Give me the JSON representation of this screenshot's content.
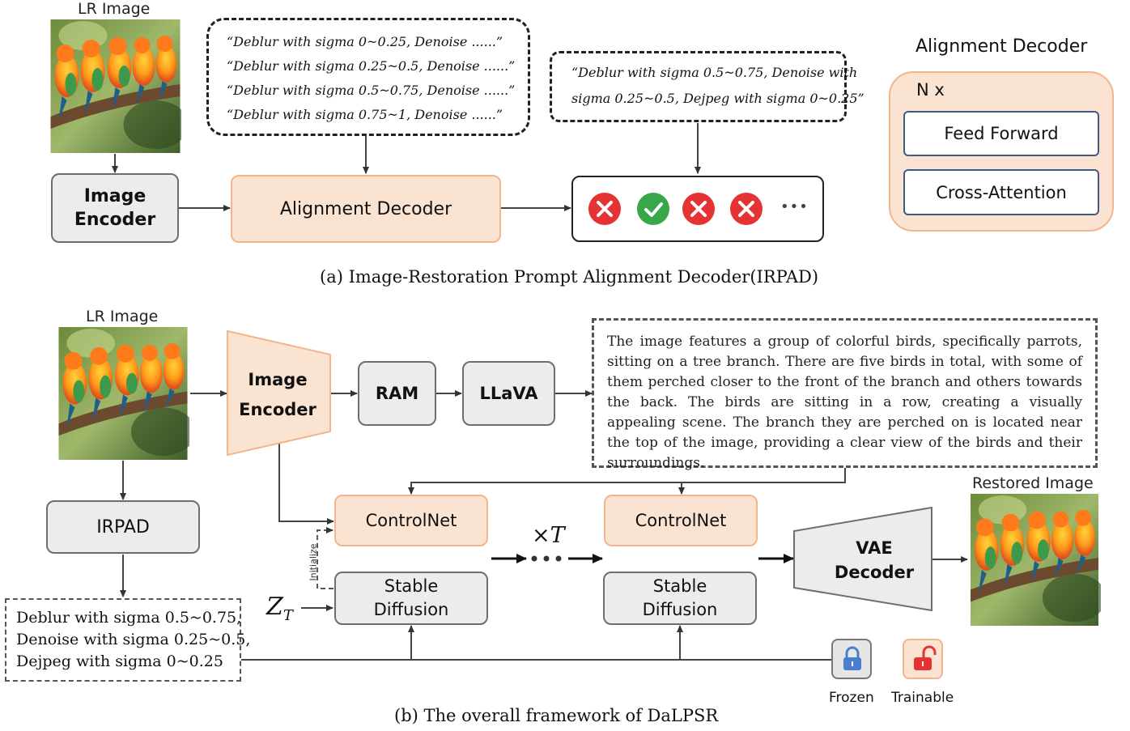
{
  "top": {
    "lr_image_label": "LR Image",
    "image_encoder": "Image\nEncoder",
    "alignment_decoder": "Alignment Decoder",
    "prompt_list": [
      "“Deblur with sigma 0~0.25, Denoise ......”",
      "“Deblur with sigma 0.25~0.5, Denoise ......”",
      "“Deblur with sigma 0.5~0.75, Denoise ......”",
      "“Deblur with sigma 0.75~1, Denoise ......”"
    ],
    "target_prompt": [
      "“Deblur with sigma 0.5~0.75, Denoise with",
      "sigma 0.25~0.5, Dejpeg with sigma 0~0.25”"
    ],
    "results": [
      "cross",
      "check",
      "cross",
      "cross"
    ],
    "results_more": "•••",
    "decoder_detail": {
      "title": "Alignment Decoder",
      "repeat": "N x",
      "layers": [
        "Feed Forward",
        "Cross-Attention"
      ]
    },
    "caption": "(a) Image-Restoration Prompt Alignment Decoder(IRPAD)"
  },
  "bottom": {
    "lr_image_label": "LR Image",
    "image_encoder": "Image\nEncoder",
    "ram": "RAM",
    "llava": "LLaVA",
    "description": "The image features a group of colorful birds, specifically parrots, sitting on a tree branch. There are five birds in total, with some of them perched closer to the front of the branch and others towards the back. The birds are sitting in a row, creating a visually appealing scene. The branch they are perched on is located near the top of the image, providing a clear view of the birds and their surroundings.",
    "irpad": "IRPAD",
    "degradation_prompt": [
      "Deblur with sigma 0.5~0.75,",
      "Denoise with sigma 0.25~0.5,",
      "Dejpeg with sigma 0~0.25"
    ],
    "controlnet": "ControlNet",
    "stable_diffusion": "Stable\nDiffusion",
    "initialize": "Initialize",
    "z_symbol": "Z",
    "z_sub": "T",
    "times_t": "×T",
    "vae_decoder": "VAE\nDecoder",
    "restored_label": "Restored Image",
    "legend": {
      "frozen": "Frozen",
      "trainable": "Trainable"
    },
    "caption": "(b) The overall framework of DaLPSR"
  },
  "colors": {
    "peach_fill": "#fbe3d2",
    "peach_border": "#f2b58e",
    "gray_fill": "#ececec",
    "cross_red": "#e53232",
    "check_green": "#3aa64a",
    "frozen_blue": "#4a7fd0",
    "trainable_red": "#e53232"
  }
}
